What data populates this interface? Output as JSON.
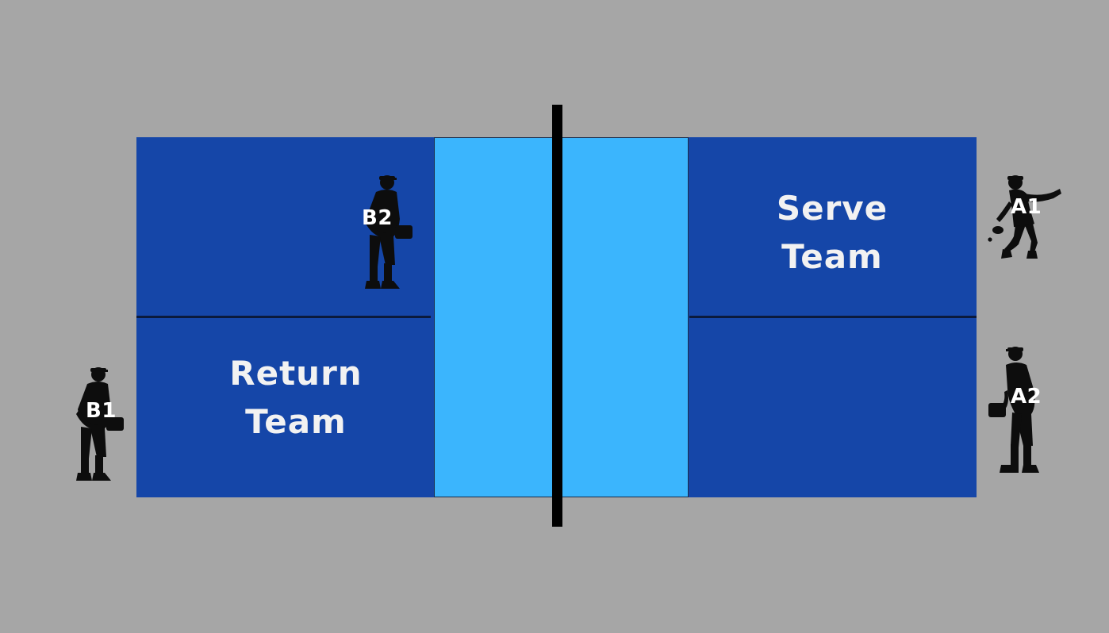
{
  "colors": {
    "background": "#a6a6a6",
    "court": "#1546a8",
    "kitchen": "#3bb5fd",
    "net": "#000000",
    "text": "#f2f2f2",
    "silhouette": "#0d0d0d"
  },
  "teams": {
    "return": {
      "line1": "Return",
      "line2": "Team"
    },
    "serve": {
      "line1": "Serve",
      "line2": "Team"
    }
  },
  "players": {
    "b1": {
      "label": "B1",
      "icon": "player-ready-icon"
    },
    "b2": {
      "label": "B2",
      "icon": "player-ready-icon"
    },
    "a1": {
      "label": "A1",
      "icon": "player-serving-icon"
    },
    "a2": {
      "label": "A2",
      "icon": "player-ready-icon"
    }
  }
}
